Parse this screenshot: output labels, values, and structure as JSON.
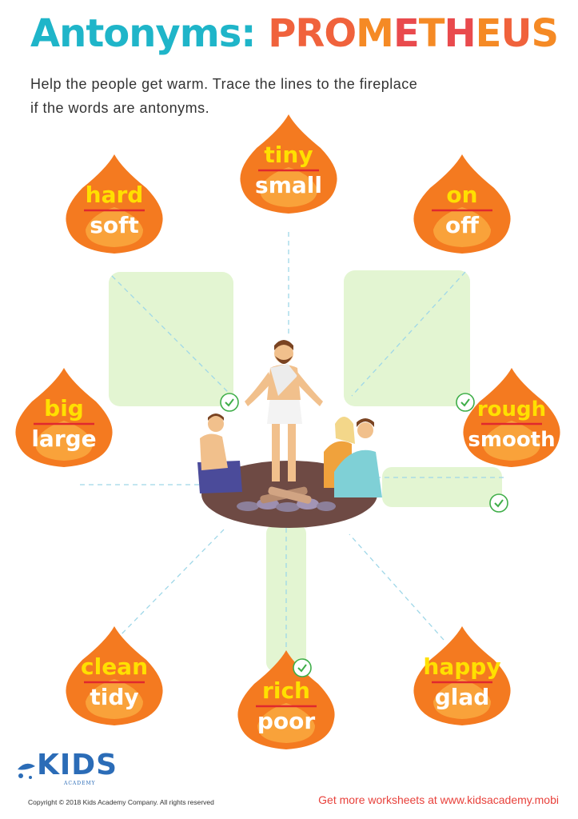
{
  "title": {
    "part1": "Antonyms:",
    "part2_letters": [
      "P",
      "R",
      "O",
      "M",
      "E",
      "T",
      "H",
      "E",
      "U",
      "S"
    ],
    "part2_colors": [
      "#f0623c",
      "#f0623c",
      "#f0623c",
      "#f58a25",
      "#e94a4d",
      "#f58a25",
      "#e94a4d",
      "#f58a25",
      "#f0623c",
      "#f58a25"
    ]
  },
  "instructions": {
    "line1": "Help the people get warm. Trace the lines to the fireplace",
    "line2": "if the words are antonyms."
  },
  "flames": [
    {
      "top": "tiny",
      "bottom": "small",
      "checked": false
    },
    {
      "top": "hard",
      "bottom": "soft",
      "checked": true
    },
    {
      "top": "on",
      "bottom": "off",
      "checked": true
    },
    {
      "top": "big",
      "bottom": "large",
      "checked": false
    },
    {
      "top": "rough",
      "bottom": "smooth",
      "checked": true
    },
    {
      "top": "clean",
      "bottom": "tidy",
      "checked": false
    },
    {
      "top": "rich",
      "bottom": "poor",
      "checked": true
    },
    {
      "top": "happy",
      "bottom": "glad",
      "checked": false
    }
  ],
  "colors": {
    "flame_outer": "#f47a20",
    "flame_inner": "#f9a23a",
    "word_top": "#ffe000",
    "word_bottom": "#ffffff",
    "divider": "#e0282e",
    "path_green": "#e3f5d2",
    "check": "#3fae49",
    "dash": "#9fd7e8",
    "rug": "#6e4a44"
  },
  "logo": {
    "text": "KIDS",
    "subtext": "ACADEMY"
  },
  "footer": {
    "copyright": "Copyright © 2018 Kids Academy Company. All rights reserved",
    "link": "Get more worksheets at www.kidsacademy.mobi"
  }
}
